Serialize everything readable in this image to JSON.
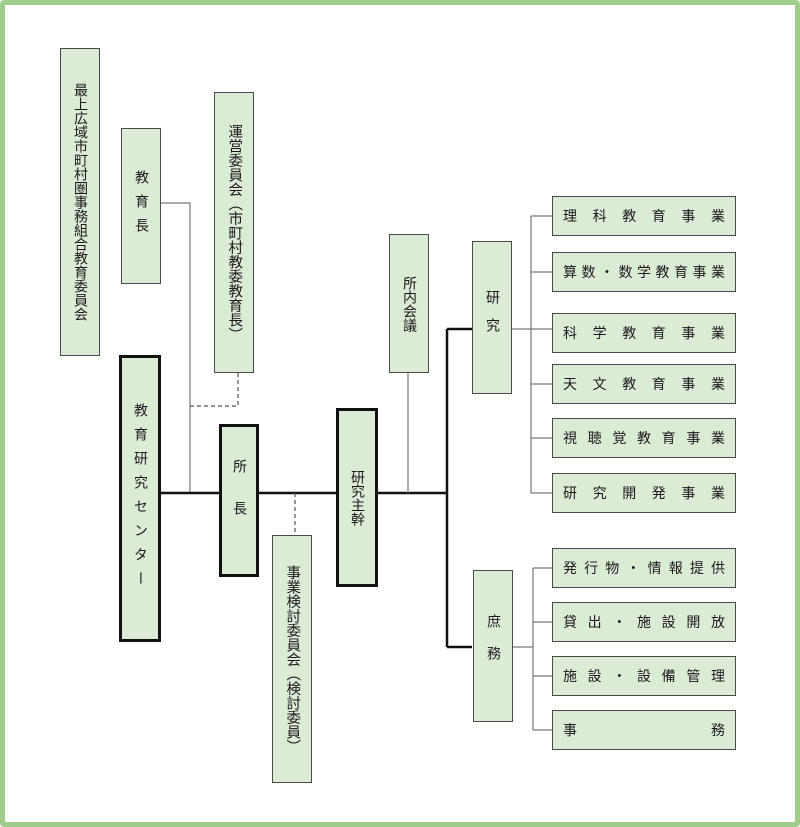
{
  "diagram": {
    "board": "最上広域市町村圏事務組合教育委員会",
    "superintendent": "教育長",
    "committee": "運営委員会（市町村教委教育長）",
    "center": "教育研究センター",
    "director": "所長",
    "review_committee": "事業検討委員会（検討委員）",
    "chief": "研究主幹",
    "meeting": "所内会議",
    "research": "研究",
    "general_affairs": "庶務",
    "research_items": [
      "理科教育事業",
      "算数・数学教育事業",
      "科学教育事業",
      "天文教育事業",
      "視聴覚教育事業",
      "研究開発事業"
    ],
    "affairs_items": [
      "発行物・情報提供",
      "貸出・施設開放",
      "施設・設備管理",
      "事務"
    ]
  },
  "colors": {
    "frame": "#9fcd8c",
    "box_fill": "#dcebd5",
    "box_border": "#4a4a4a",
    "thick_line": "#111111"
  }
}
